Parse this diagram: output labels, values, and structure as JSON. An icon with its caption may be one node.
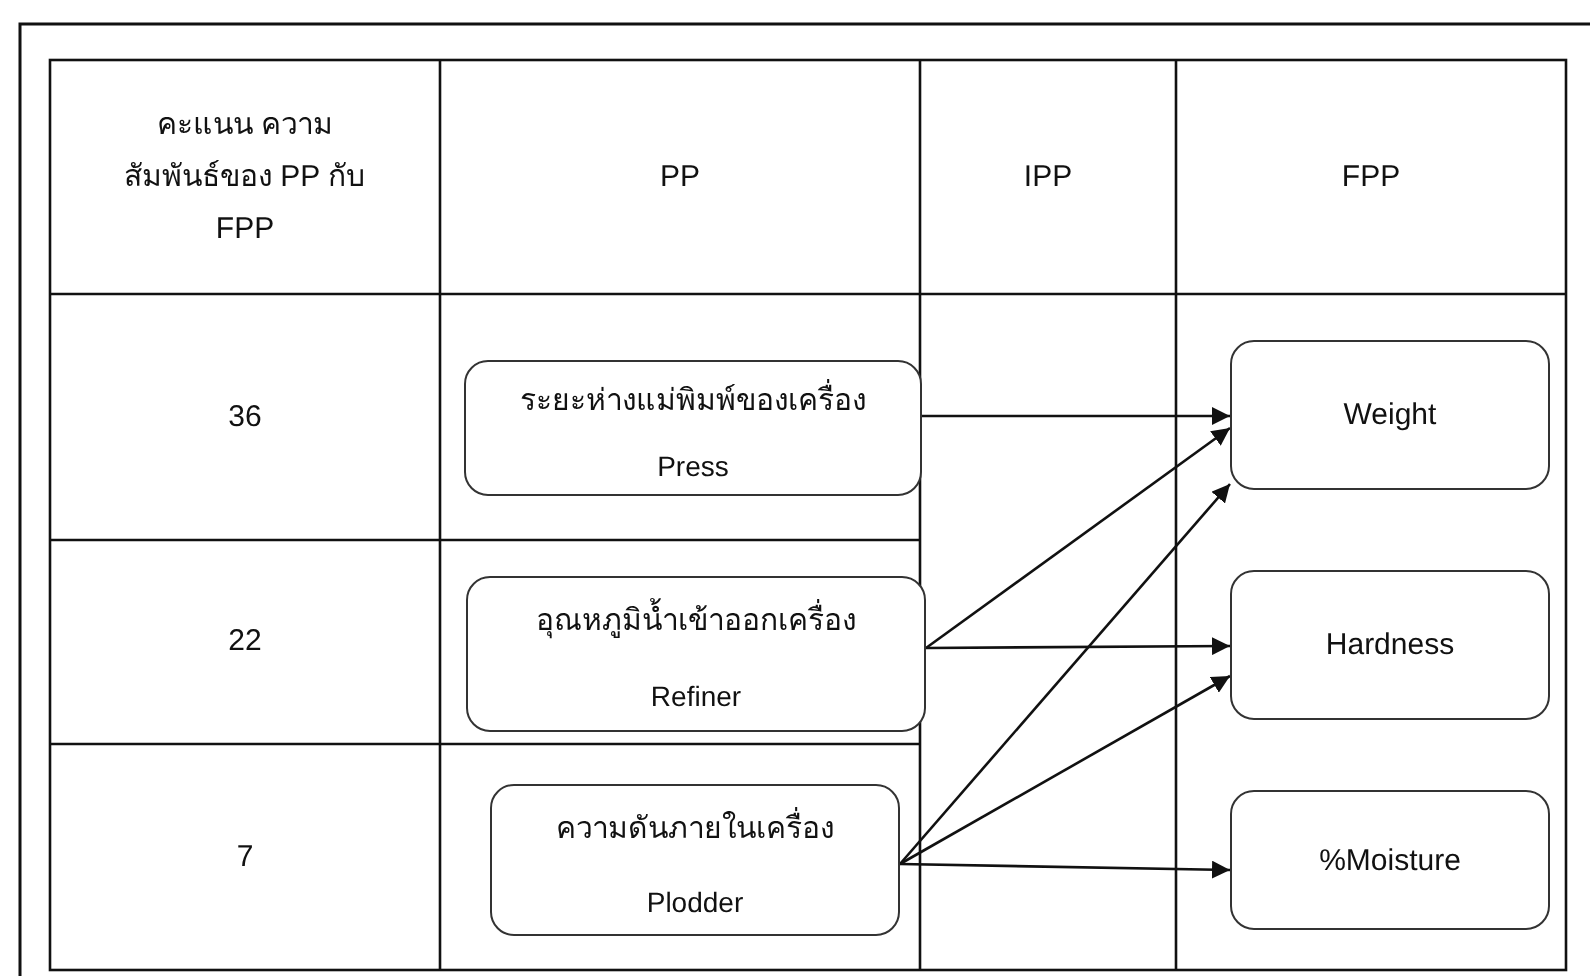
{
  "diagram": {
    "nodes": [
      {
        "text": [
          "ระยะห่างแม่พิมพ์ของเครื่อง",
          "Press"
        ]
      },
      {
        "text": [
          "อุณหภูมิน้ำเข้าออกเครื่อง",
          "Refiner"
        ]
      },
      {
        "text": [
          "ความดันภายในเครื่อง",
          "Plodder"
        ]
      },
      {
        "text": [
          "Weight"
        ]
      },
      {
        "text": [
          "Hardness"
        ]
      },
      {
        "text": [
          "%Moisture"
        ]
      }
    ],
    "edges": [
      {
        "from": 0,
        "to": 3,
        "arrow": "to"
      },
      {
        "from": 1,
        "to": 3,
        "arrow": "to"
      },
      {
        "from": 1,
        "to": 4,
        "arrow": "to"
      },
      {
        "from": 2,
        "to": 3,
        "arrow": "to"
      },
      {
        "from": 2,
        "to": 4,
        "arrow": "to"
      },
      {
        "from": 2,
        "to": 5,
        "arrow": "to"
      }
    ],
    "labels": [
      "คะแนน ความสัมพันธ์ของ PP กับ FPP",
      "PP",
      "IPP",
      "FPP",
      "36",
      "22",
      "7"
    ]
  }
}
